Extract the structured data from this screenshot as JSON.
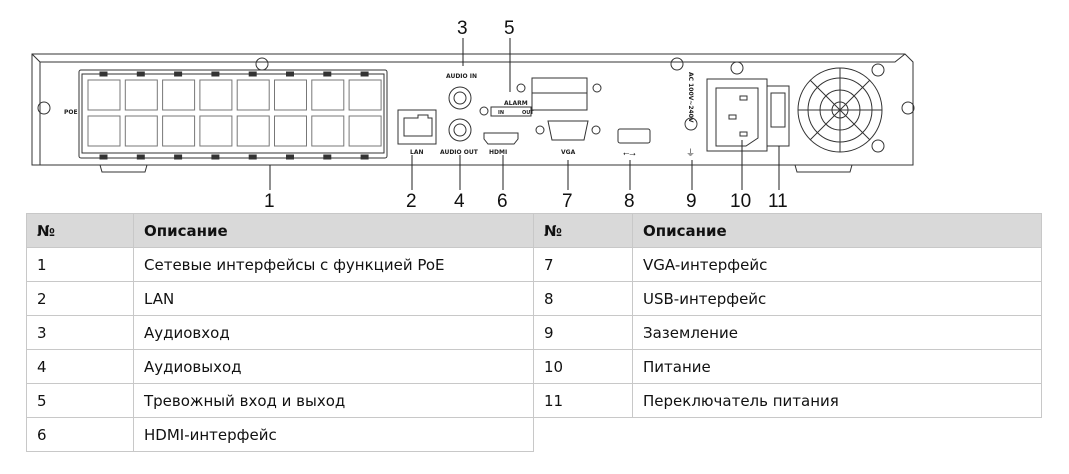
{
  "diagram": {
    "panel_labels": {
      "poe": "POE",
      "lan": "LAN",
      "audio_in": "AUDIO IN",
      "audio_out": "AUDIO OUT",
      "alarm": "ALARM",
      "alarm_in": "IN",
      "alarm_out": "OUT",
      "hdmi": "HDMI",
      "vga": "VGA",
      "power_rating": "AC 100V~240V"
    },
    "callouts": [
      "1",
      "2",
      "3",
      "4",
      "5",
      "6",
      "7",
      "8",
      "9",
      "10",
      "11"
    ]
  },
  "table": {
    "headers": {
      "num": "№",
      "desc": "Описание"
    },
    "left_rows": [
      {
        "num": "1",
        "desc": "Сетевые интерфейсы с функцией PoE"
      },
      {
        "num": "2",
        "desc": "LAN"
      },
      {
        "num": "3",
        "desc": "Аудиовход"
      },
      {
        "num": "4",
        "desc": "Аудиовыход"
      },
      {
        "num": "5",
        "desc": "Тревожный вход и выход"
      },
      {
        "num": "6",
        "desc": "HDMI-интерфейс"
      }
    ],
    "right_rows": [
      {
        "num": "7",
        "desc": "VGA-интерфейс"
      },
      {
        "num": "8",
        "desc": "USB-интерфейс"
      },
      {
        "num": "9",
        "desc": "Заземление"
      },
      {
        "num": "10",
        "desc": "Питание"
      },
      {
        "num": "11",
        "desc": "Переключатель питания"
      }
    ]
  }
}
